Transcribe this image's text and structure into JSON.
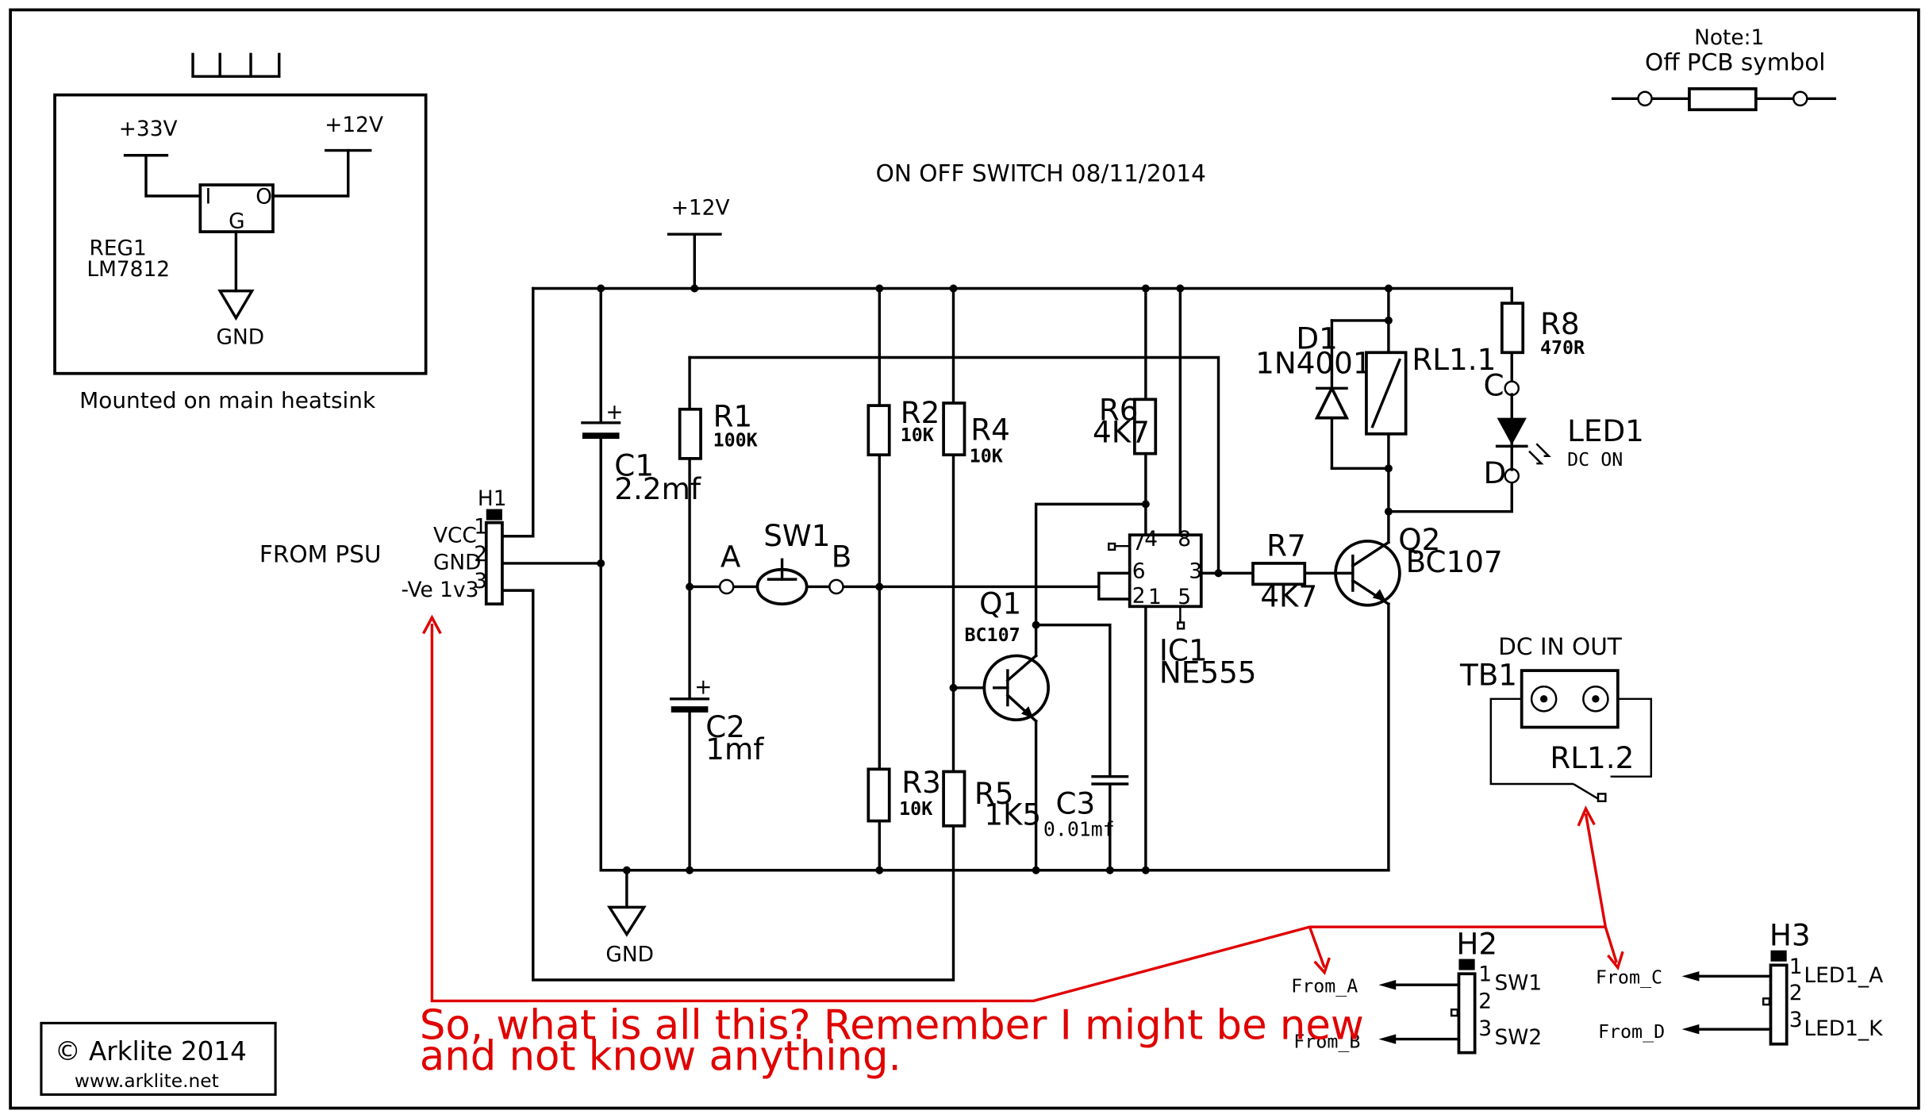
{
  "title": "ON OFF SWITCH  08/11/2014",
  "note": {
    "line1": "Note:1",
    "line2": "Off PCB symbol"
  },
  "regulator_box": {
    "in_label": "+33V",
    "out_label": "+12V",
    "pin_i": "I",
    "pin_o": "O",
    "pin_g": "G",
    "ref": "REG1",
    "part": "LM7812",
    "gnd": "GND",
    "caption": "Mounted on main heatsink"
  },
  "supply_label": "+12V",
  "gnd_label": "GND",
  "from_psu": "FROM PSU",
  "h1": {
    "ref": "H1",
    "pins": [
      "1",
      "2",
      "3"
    ],
    "names": [
      "VCC",
      "GND",
      "-Ve 1v3"
    ]
  },
  "components": {
    "c1": {
      "ref": "C1",
      "value": "2.2mf",
      "plus": "+"
    },
    "c2": {
      "ref": "C2",
      "value": "1mf",
      "plus": "+"
    },
    "c3": {
      "ref": "C3",
      "value": "0.01mf"
    },
    "r1": {
      "ref": "R1",
      "value": "100K"
    },
    "r2": {
      "ref": "R2",
      "value": "10K"
    },
    "r3": {
      "ref": "R3",
      "value": "10K"
    },
    "r4": {
      "ref": "R4",
      "value": "10K"
    },
    "r5": {
      "ref": "R5",
      "value": "1K5"
    },
    "r6": {
      "ref": "R6",
      "value": "4K7"
    },
    "r7": {
      "ref": "R7",
      "value": "4K7"
    },
    "r8": {
      "ref": "R8",
      "value": "470R"
    },
    "sw1": {
      "ref": "SW1",
      "a": "A",
      "b": "B"
    },
    "q1": {
      "ref": "Q1",
      "part": "BC107"
    },
    "q2": {
      "ref": "Q2",
      "part": "BC107"
    },
    "ic1": {
      "ref": "IC1",
      "part": "NE555",
      "pins": [
        "7",
        "4",
        "8",
        "6",
        "3",
        "2",
        "1",
        "5"
      ]
    },
    "d1": {
      "ref": "D1",
      "part": "1N4001"
    },
    "rl11": {
      "ref": "RL1.1"
    },
    "led1": {
      "ref": "LED1",
      "desc": "DC  ON",
      "c": "C",
      "d": "D"
    }
  },
  "tb1": {
    "ref": "TB1",
    "title": "DC  IN  OUT",
    "contact": "RL1.2"
  },
  "h2": {
    "ref": "H2",
    "pins": [
      "1",
      "2",
      "3"
    ],
    "names": [
      "SW1",
      "SW2"
    ],
    "from_a": "From_A",
    "from_b": "From_B"
  },
  "h3": {
    "ref": "H3",
    "pins": [
      "1",
      "2",
      "3"
    ],
    "names": [
      "LED1_A",
      "LED1_K"
    ],
    "from_c": "From_C",
    "from_d": "From_D"
  },
  "annotation": {
    "line1": "So, what is all this?  Remember I might be new",
    "line2": "and not know anything."
  },
  "copyright": {
    "line1": "© Arklite  2014",
    "line2": "www.arklite.net"
  },
  "colors": {
    "wire": "#000000",
    "annotation": "#e00000",
    "background": "#ffffff"
  }
}
